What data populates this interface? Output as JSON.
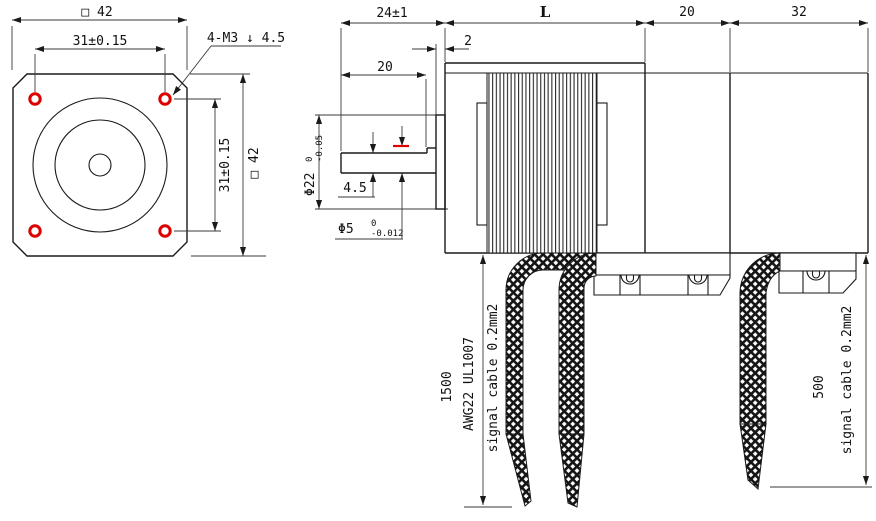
{
  "drawing": {
    "front_view": {
      "dim_width": "□ 42",
      "dim_hole_spacing_h": "31±0.15",
      "hole_callout": "4-M3 ↓ 4.5",
      "dim_hole_spacing_v": "31±0.15",
      "dim_height": "□ 42"
    },
    "side_view": {
      "dim_shaft_total": "24±1",
      "dim_body_length": "L",
      "dim_boss_protrusion": "2",
      "dim_shaft_flat_length": "20",
      "dim_section_mid": "20",
      "dim_section_right": "32",
      "dim_boss_dia": "Φ22",
      "dim_boss_dia_tol_upper": "0",
      "dim_boss_dia_tol_lower": "-0.05",
      "dim_shaft_flat_height": "4.5",
      "dim_shaft_dia": "Φ5",
      "dim_shaft_dia_tol_upper": "0",
      "dim_shaft_dia_tol_lower": "-0.012"
    },
    "cables": {
      "left_length": "1500",
      "left_wire_spec": "AWG22 UL1007",
      "left_cable_type": "signal cable 0.2mm2",
      "right_length": "500",
      "right_cable_type": "signal cable 0.2mm2"
    },
    "colors": {
      "line": "#1a1a1a",
      "highlight_red": "#dd0000"
    }
  }
}
